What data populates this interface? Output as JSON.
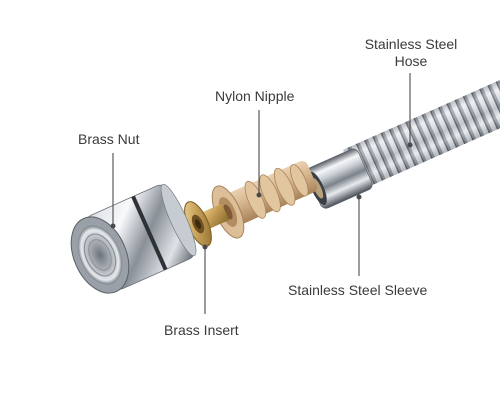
{
  "diagram": {
    "labels": {
      "hose_line1": "Stainless Steel",
      "hose_line2": "Hose",
      "nipple": "Nylon Nipple",
      "nut": "Brass Nut",
      "insert": "Brass Insert",
      "sleeve": "Stainless Steel Sleeve"
    },
    "colors": {
      "chrome_dark": "#4a4f57",
      "chrome_light": "#f4f6f8",
      "brass": "#c9a25a",
      "nylon": "#d9b891",
      "leader": "#4a4a4a",
      "text": "#3a3a3a"
    }
  }
}
